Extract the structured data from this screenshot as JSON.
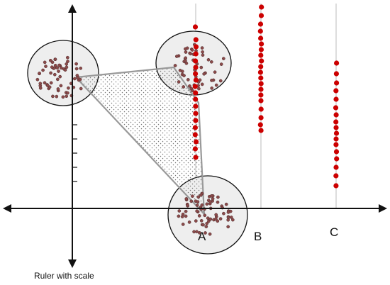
{
  "labels": {
    "point_a": "A",
    "point_b": "B",
    "point_c": "C",
    "ruler_caption": "Ruler with scale"
  },
  "colors": {
    "axis": "#111111",
    "ruler_line": "#bbbbbb",
    "red_dot": "#cc0000",
    "cluster_dot": "#8b4a4a",
    "cluster_fill": "#eeeeee",
    "triangle_edge": "#999999",
    "triangle_stipple": "#777777"
  }
}
